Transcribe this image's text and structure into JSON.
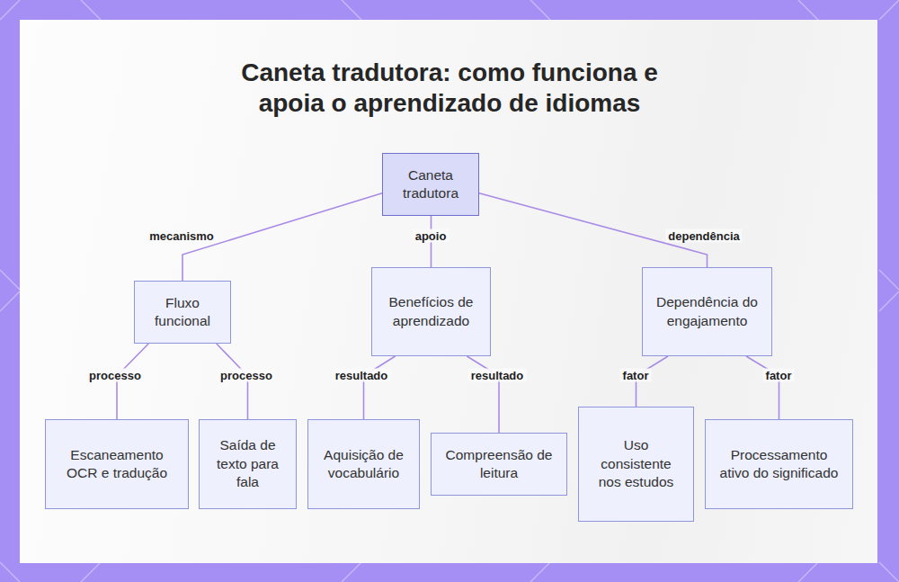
{
  "diagram": {
    "title": "Caneta tradutora: como funciona e apoia o aprendizado de idiomas",
    "nodes": [
      {
        "text": [
          "Caneta tradutora"
        ]
      },
      {
        "text": [
          "Fluxo funcional"
        ]
      },
      {
        "text": [
          "Benefícios de aprendizado"
        ]
      },
      {
        "text": [
          "Dependência do engajamento"
        ]
      },
      {
        "text": [
          "Escaneamento OCR e tradução"
        ]
      },
      {
        "text": [
          "Saída de texto para fala"
        ]
      },
      {
        "text": [
          "Aquisição de vocabulário"
        ]
      },
      {
        "text": [
          "Compreensão de leitura"
        ]
      },
      {
        "text": [
          "Uso consistente nos estudos"
        ]
      },
      {
        "text": [
          "Processamento ativo do significado"
        ]
      }
    ],
    "edges": [
      {
        "from": 0,
        "to": 1,
        "label": "mecanismo",
        "arrow": "none"
      },
      {
        "from": 0,
        "to": 2,
        "label": "apoio",
        "arrow": "none"
      },
      {
        "from": 0,
        "to": 3,
        "label": "dependência",
        "arrow": "none"
      },
      {
        "from": 1,
        "to": 4,
        "label": "processo",
        "arrow": "none"
      },
      {
        "from": 1,
        "to": 5,
        "label": "processo",
        "arrow": "none"
      },
      {
        "from": 2,
        "to": 6,
        "label": "resultado",
        "arrow": "none"
      },
      {
        "from": 2,
        "to": 7,
        "label": "resultado",
        "arrow": "none"
      },
      {
        "from": 3,
        "to": 8,
        "label": "fator",
        "arrow": "none"
      },
      {
        "from": 3,
        "to": 9,
        "label": "fator",
        "arrow": "none"
      }
    ]
  }
}
